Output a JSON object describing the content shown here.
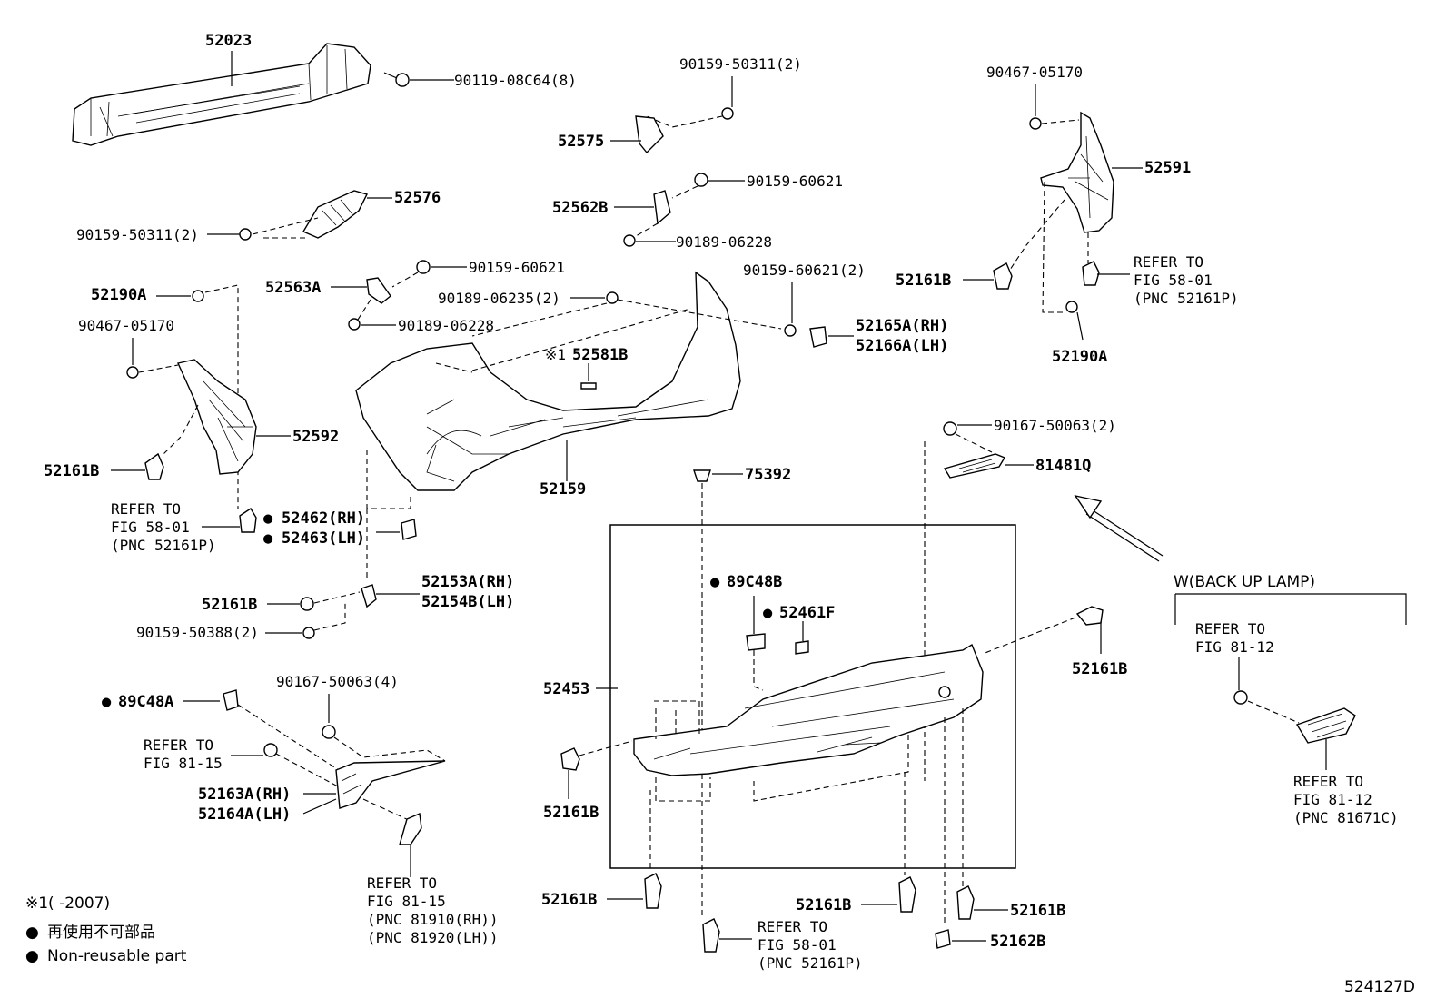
{
  "diagram_id": "524127D",
  "labels": {
    "p52023": "52023",
    "p90119": "90119-08C64(8)",
    "p90159_50311_top": "90159-50311(2)",
    "p52575": "52575",
    "p90159_60621_a": "90159-60621",
    "p52562B": "52562B",
    "p90189_06228_a": "90189-06228",
    "p52576": "52576",
    "p90159_50311_left": "90159-50311(2)",
    "p52563A": "52563A",
    "p90159_60621_b": "90159-60621",
    "p90189_06228_b": "90189-06228",
    "p90189_06235": "90189-06235(2)",
    "p90159_60621_2": "90159-60621(2)",
    "p52165A": "52165A(RH)",
    "p52166A": "52166A(LH)",
    "p52190A_left": "52190A",
    "p90467_left": "90467-05170",
    "p52592": "52592",
    "p52161B_left": "52161B",
    "p52581B_mark": "※1",
    "p52581B": "52581B",
    "p52159": "52159",
    "p52462": "52462(RH)",
    "p52463": "52463(LH)",
    "p90467_right": "90467-05170",
    "p52591": "52591",
    "p52161B_right_top": "52161B",
    "p52190A_right": "52190A",
    "p90167_2": "90167-50063(2)",
    "p81481Q": "81481Q",
    "p75392": "75392",
    "p52153A": "52153A(RH)",
    "p52154B": "52154B(LH)",
    "p52161B_mid": "52161B",
    "p90159_50388": "90159-50388(2)",
    "p89C48A": "89C48A",
    "p90167_4": "90167-50063(4)",
    "p52163A": "52163A(RH)",
    "p52164A": "52164A(LH)",
    "p89C48B": "89C48B",
    "p52461F": "52461F",
    "p52453": "52453",
    "p52161B_box_left": "52161B",
    "p52161B_box_right": "52161B",
    "p52161B_bottom_1": "52161B",
    "p52161B_bottom_2": "52161B",
    "p52161B_bottom_3": "52161B",
    "p52162B": "52162B",
    "backup_lamp_title": "W(BACK UP LAMP)"
  },
  "refs": {
    "ref_58_01_left": [
      "REFER TO",
      "FIG 58-01",
      "(PNC 52161P)"
    ],
    "ref_58_01_right": [
      "REFER TO",
      "FIG 58-01",
      "(PNC 52161P)"
    ],
    "ref_58_01_bottom": [
      "REFER TO",
      "FIG 58-01",
      "(PNC 52161P)"
    ],
    "ref_81_15_a": [
      "REFER TO",
      "FIG 81-15"
    ],
    "ref_81_15_b": [
      "REFER TO",
      "FIG 81-15",
      "(PNC 81910(RH))",
      "(PNC 81920(LH))"
    ],
    "ref_81_12_a": [
      "REFER TO",
      "FIG 81-12"
    ],
    "ref_81_12_b": [
      "REFER TO",
      "FIG 81-12",
      "(PNC 81671C)"
    ]
  },
  "legend": {
    "note_mark": "※1(      -2007)",
    "bullet": "●",
    "jp_text": "再使用不可部品",
    "en_text": "Non-reusable part"
  },
  "non_reusable_mark": "●"
}
